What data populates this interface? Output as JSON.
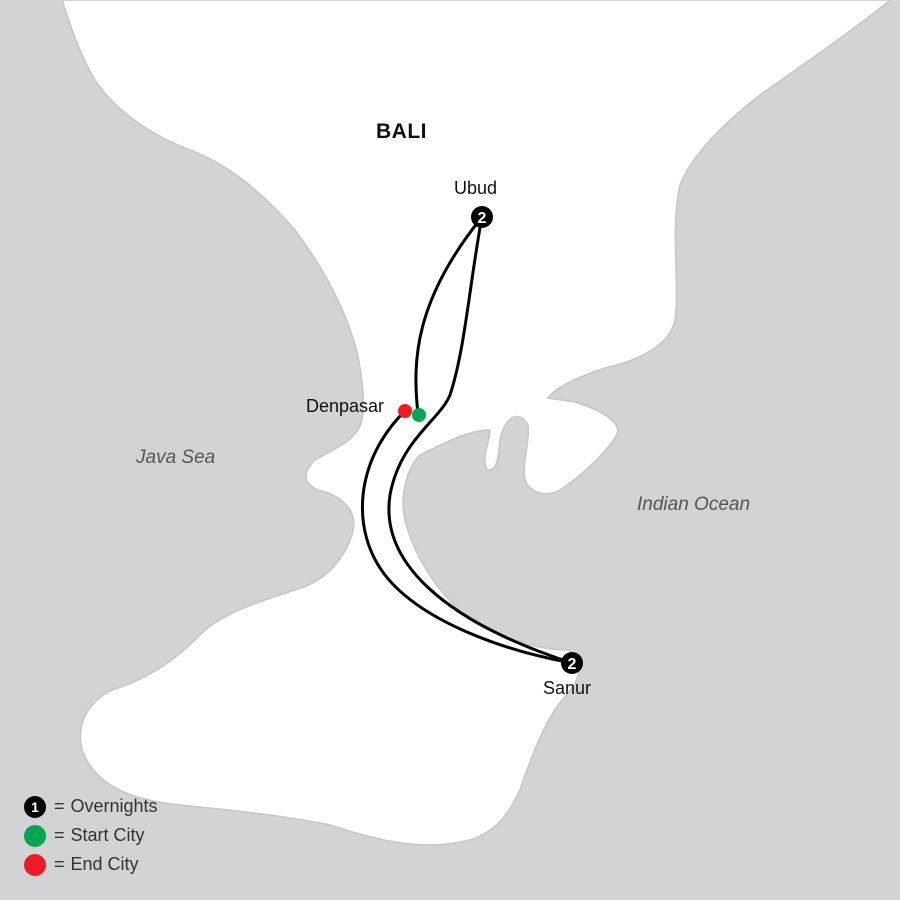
{
  "map": {
    "region_label": "BALI",
    "water_bodies": [
      {
        "id": "java-sea",
        "label": "Java Sea"
      },
      {
        "id": "indian-ocean",
        "label": "Indian Ocean"
      }
    ],
    "cities": [
      {
        "id": "ubud",
        "label": "Ubud",
        "overnights": "2"
      },
      {
        "id": "denpasar",
        "label": "Denpasar",
        "role_start": "start",
        "role_end": "end"
      },
      {
        "id": "sanur",
        "label": "Sanur",
        "overnights": "2"
      }
    ],
    "colors": {
      "sea": "#d1d3d5",
      "land": "#ffffff",
      "coast": "#bfc1c3",
      "route": "#000000",
      "start": "#00a651",
      "end": "#ed1c24"
    }
  },
  "legend": {
    "items": [
      {
        "symbol": "1",
        "equals": "=",
        "label": "Overnights",
        "color": "#000000"
      },
      {
        "symbol": "",
        "equals": "=",
        "label": "Start City",
        "color": "#00a651"
      },
      {
        "symbol": "",
        "equals": "=",
        "label": "End City",
        "color": "#ed1c24"
      }
    ]
  }
}
